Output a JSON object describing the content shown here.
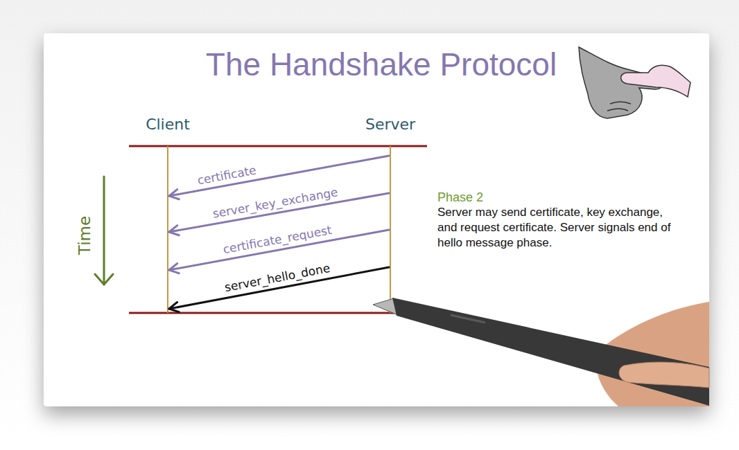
{
  "diagram": {
    "title": "The Handshake Protocol",
    "nodes": [
      {
        "text": [
          "Client"
        ]
      },
      {
        "text": [
          "Server"
        ]
      }
    ],
    "edges": [
      {
        "from": 1,
        "to": 0,
        "arrow": "to",
        "label": "certificate"
      },
      {
        "from": 1,
        "to": 0,
        "arrow": "to",
        "label": "server_key_exchange"
      },
      {
        "from": 1,
        "to": 0,
        "arrow": "to",
        "label": "certificate_request"
      },
      {
        "from": 1,
        "to": 0,
        "arrow": "to",
        "label": "server_hello_done"
      }
    ],
    "labels": [
      "Time",
      "Phase 2",
      "Server may send certificate, key exchange, and request certificate. Server signals end of hello message phase."
    ]
  }
}
